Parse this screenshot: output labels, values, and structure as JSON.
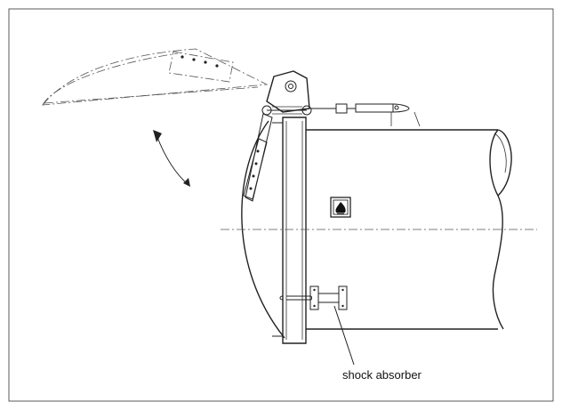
{
  "diagram": {
    "callouts": [
      {
        "id": "shock-absorber",
        "text": "shock absorber"
      }
    ],
    "symbols": [
      {
        "id": "fire-warning",
        "icon": "flame-warning-icon"
      }
    ]
  }
}
